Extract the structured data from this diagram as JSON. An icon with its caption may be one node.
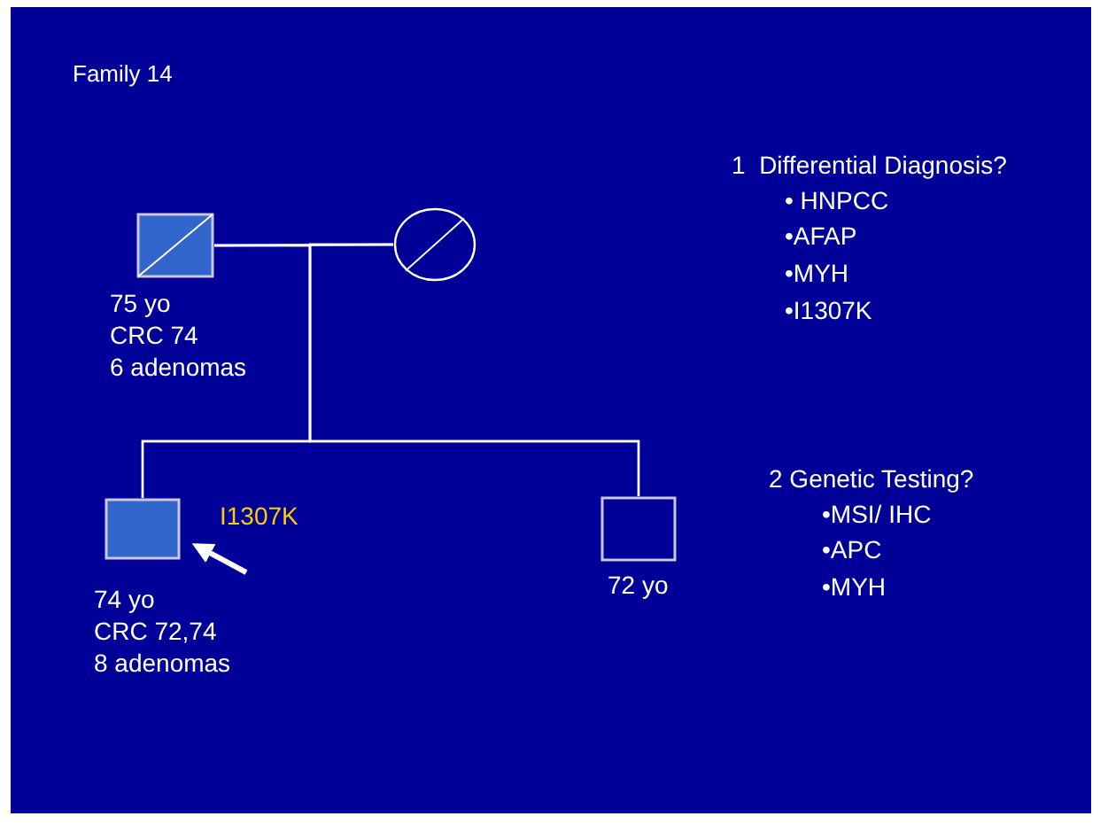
{
  "diagram": {
    "title": "Family 14",
    "nodes": [
      {
        "text": [],
        "shape": "box",
        "beside": [
          "75 yo",
          "CRC 74",
          "6 adenomas"
        ]
      },
      {
        "text": [],
        "shape": "circle"
      },
      {
        "text": [],
        "shape": "box",
        "beside": [
          "74 yo",
          "CRC 72,74",
          "8 adenomas"
        ]
      },
      {
        "text": [],
        "shape": "box",
        "beside": [
          "72 yo"
        ]
      }
    ],
    "edges": [
      {
        "from": 0,
        "to": 1,
        "arrow": "none"
      },
      {
        "from": 0,
        "to": 2,
        "arrow": "none"
      },
      {
        "from": 0,
        "to": 3,
        "arrow": "none"
      },
      {
        "from": 1,
        "to": 2,
        "arrow": "none"
      },
      {
        "from": 1,
        "to": 3,
        "arrow": "none"
      },
      {
        "from": null,
        "to": 2,
        "arrow": "to",
        "style": "thick"
      }
    ],
    "labels": [
      "I1307K",
      "1  Differential Diagnosis?",
      "• HNPCC",
      "•AFAP",
      "•MYH",
      "•I1307K",
      "2 Genetic Testing?",
      "•MSI/ IHC",
      "•APC",
      "•MYH"
    ]
  }
}
